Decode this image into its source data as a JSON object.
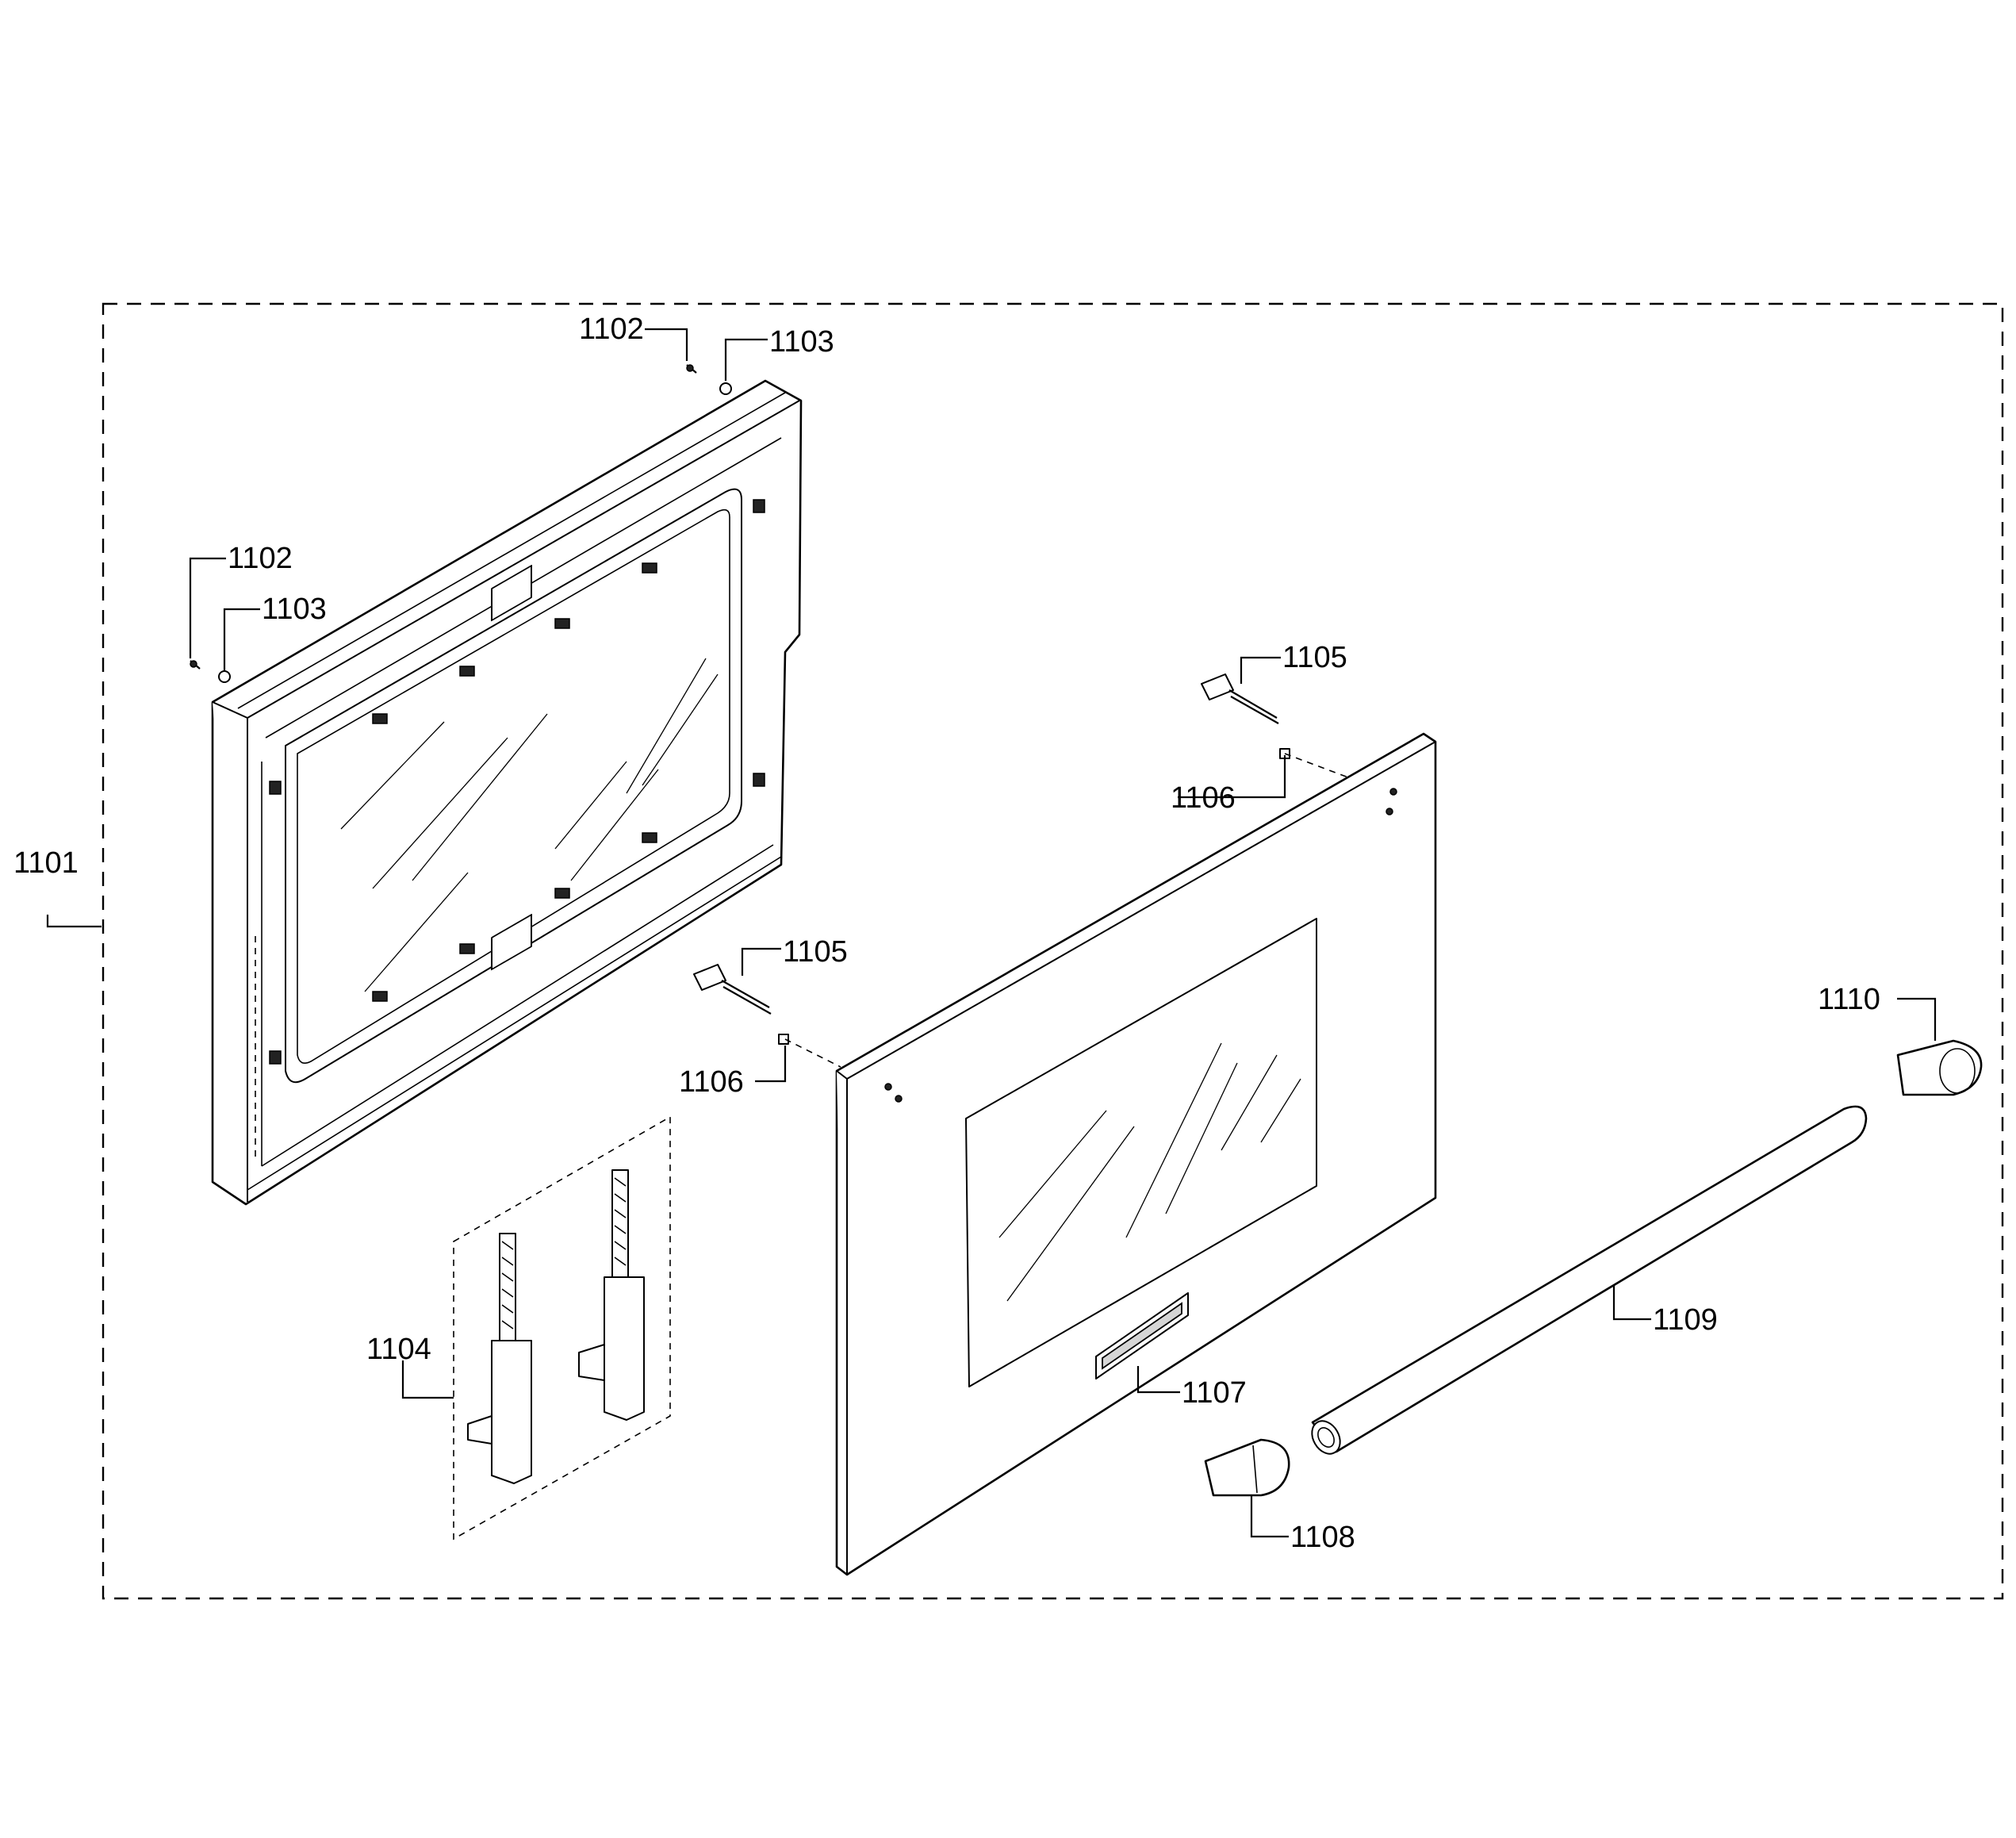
{
  "callouts": {
    "c1101": "1101",
    "c1102_top": "1102",
    "c1103_top": "1103",
    "c1102_left": "1102",
    "c1103_left": "1103",
    "c1104": "1104",
    "c1105_upper": "1105",
    "c1106_upper": "1106",
    "c1105_lower": "1105",
    "c1106_lower": "1106",
    "c1107": "1107",
    "c1108": "1108",
    "c1109": "1109",
    "c1110": "1110"
  }
}
